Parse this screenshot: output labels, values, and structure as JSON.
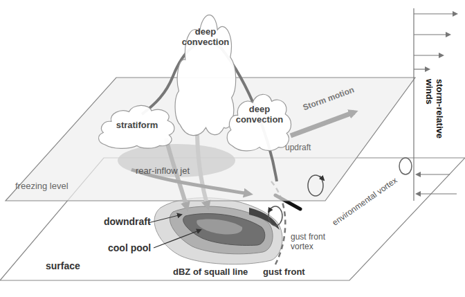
{
  "diagram": {
    "nodes": [
      {
        "text": [
          "deep convection"
        ]
      },
      {
        "text": [
          "stratiform"
        ]
      },
      {
        "text": [
          "deep convection"
        ]
      }
    ],
    "labels": [
      "Storm motion",
      "storm-relative winds",
      "updraft",
      "freezing level",
      "rear-inflow jet",
      "environmental vortex",
      "gust front vortex",
      "downdraft",
      "cool pool",
      "gust front",
      "surface",
      "dBZ of squall line"
    ]
  }
}
